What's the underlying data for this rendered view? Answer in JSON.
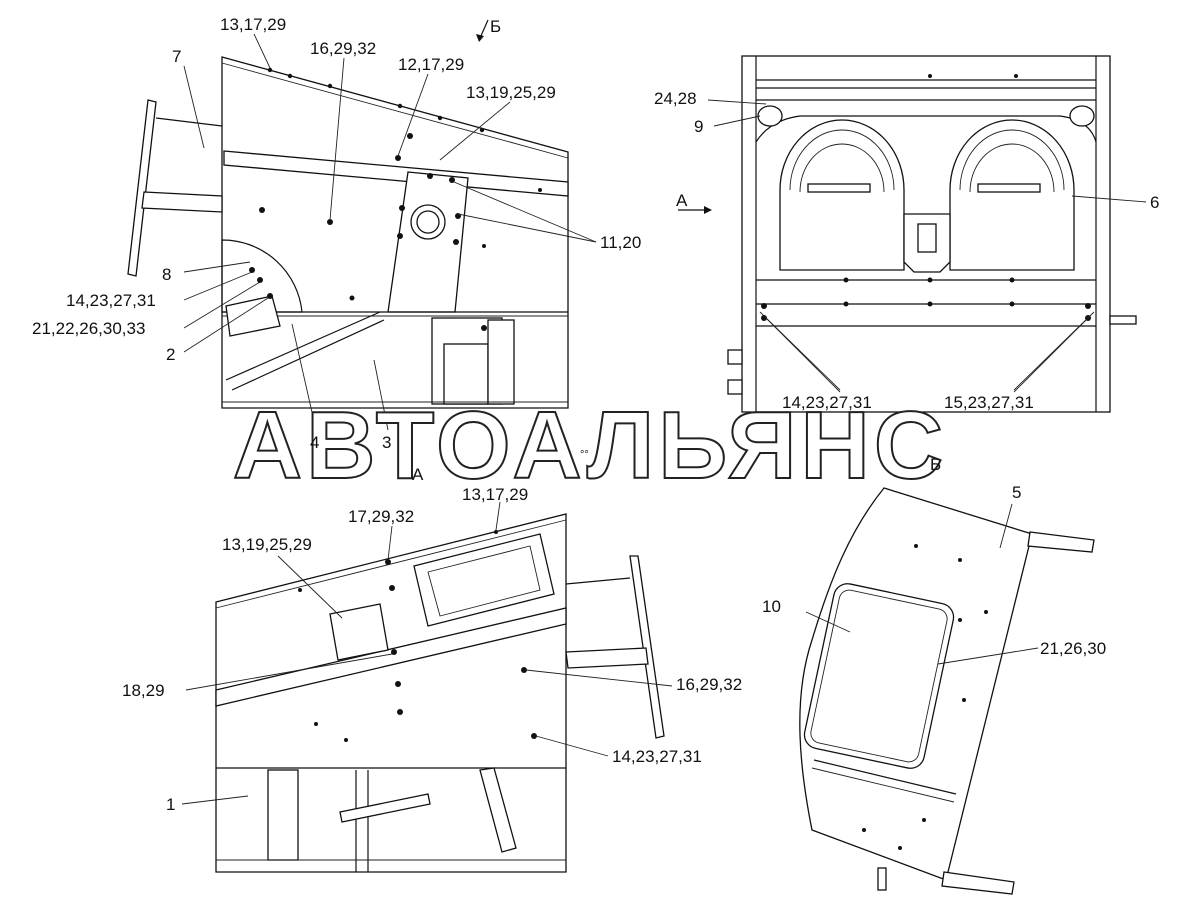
{
  "watermark": "АВТОАЛЬЯНС",
  "view_labels": {
    "arrow_b": "Б",
    "arrow_a": "А",
    "view_a": "А",
    "view_b": "Б"
  },
  "callouts": {
    "side_view": [
      "13,17,29",
      "16,29,32",
      "12,17,29",
      "13,19,25,29",
      "7",
      "11,20",
      "8",
      "14,23,27,31",
      "21,22,26,30,33",
      "2",
      "4",
      "3"
    ],
    "front_view": [
      "24,28",
      "9",
      "6",
      "14,23,27,31",
      "15,23,27,31"
    ],
    "view_a": [
      "13,17,29",
      "17,29,32",
      "13,19,25,29",
      "18,29",
      "16,29,32",
      "14,23,27,31",
      "1"
    ],
    "view_b": [
      "5",
      "10",
      "21,26,30"
    ]
  },
  "misc": {
    "dots_mark": "°°"
  }
}
